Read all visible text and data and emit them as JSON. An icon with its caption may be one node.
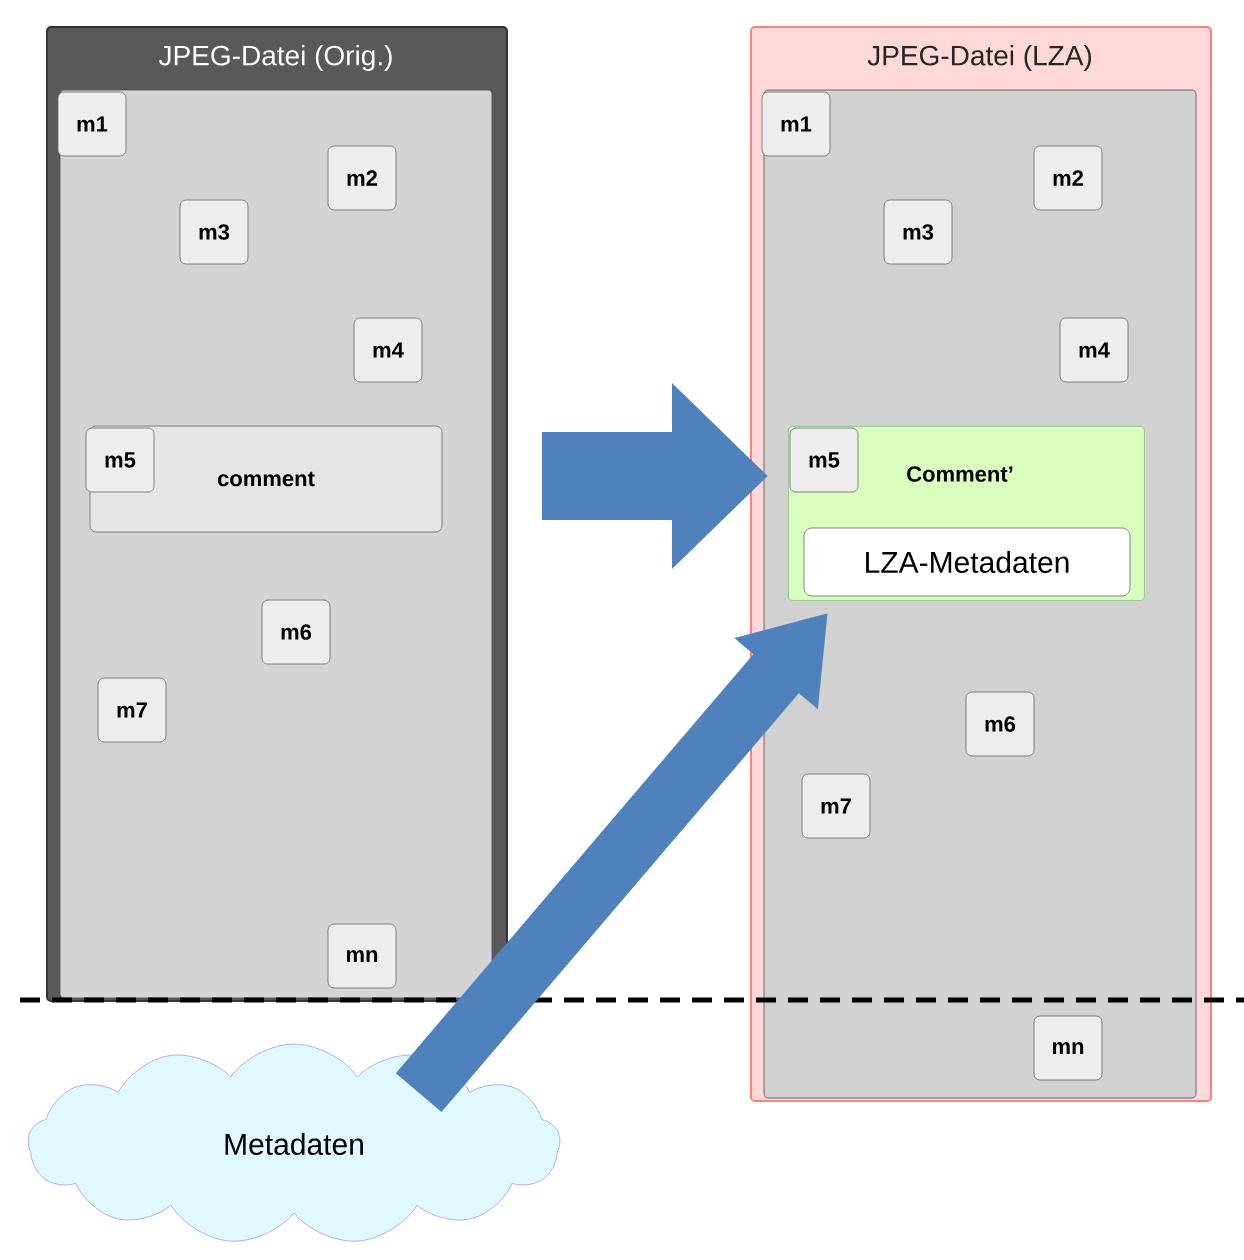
{
  "diagram": {
    "nodes": [
      {
        "text": [
          "JPEG-Datei  (Orig.)"
        ]
      },
      {
        "text": [
          "m1"
        ],
        "in": 0
      },
      {
        "text": [
          "m2"
        ],
        "in": 0
      },
      {
        "text": [
          "m3"
        ],
        "in": 0
      },
      {
        "text": [
          "m4"
        ],
        "in": 0
      },
      {
        "text": [
          "comment"
        ],
        "in": 0
      },
      {
        "text": [
          "m5"
        ],
        "in": 5
      },
      {
        "text": [
          "m6"
        ],
        "in": 0
      },
      {
        "text": [
          "m7"
        ],
        "in": 0
      },
      {
        "text": [
          "mn"
        ],
        "in": 0
      },
      {
        "text": [
          "JPEG-Datei (LZA)"
        ]
      },
      {
        "text": [
          "m1"
        ],
        "in": 10
      },
      {
        "text": [
          "m2"
        ],
        "in": 10
      },
      {
        "text": [
          "m3"
        ],
        "in": 10
      },
      {
        "text": [
          "m4"
        ],
        "in": 10
      },
      {
        "text": [
          "Comment’"
        ],
        "in": 10
      },
      {
        "text": [
          "m5"
        ],
        "in": 15
      },
      {
        "text": [
          "LZA-Metadaten"
        ],
        "in": 15
      },
      {
        "text": [
          "m6"
        ],
        "in": 10
      },
      {
        "text": [
          "m7"
        ],
        "in": 10
      },
      {
        "text": [
          "mn"
        ],
        "in": 10
      },
      {
        "text": [
          "Metadaten"
        ]
      }
    ],
    "edges": [
      {
        "from": 0,
        "to": 10,
        "arrow": "to"
      },
      {
        "from": 21,
        "to": 15,
        "arrow": "to"
      }
    ]
  }
}
